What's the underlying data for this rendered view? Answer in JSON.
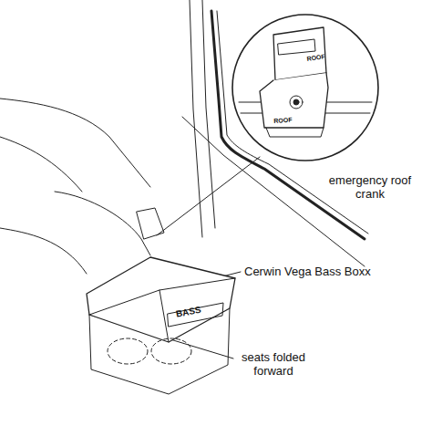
{
  "diagram": {
    "labels": [
      "emergency roof crank",
      "Cerwin Vega Bass Boxx",
      "seats folded forward",
      "ROOF",
      "ROOF",
      "BASS"
    ]
  }
}
